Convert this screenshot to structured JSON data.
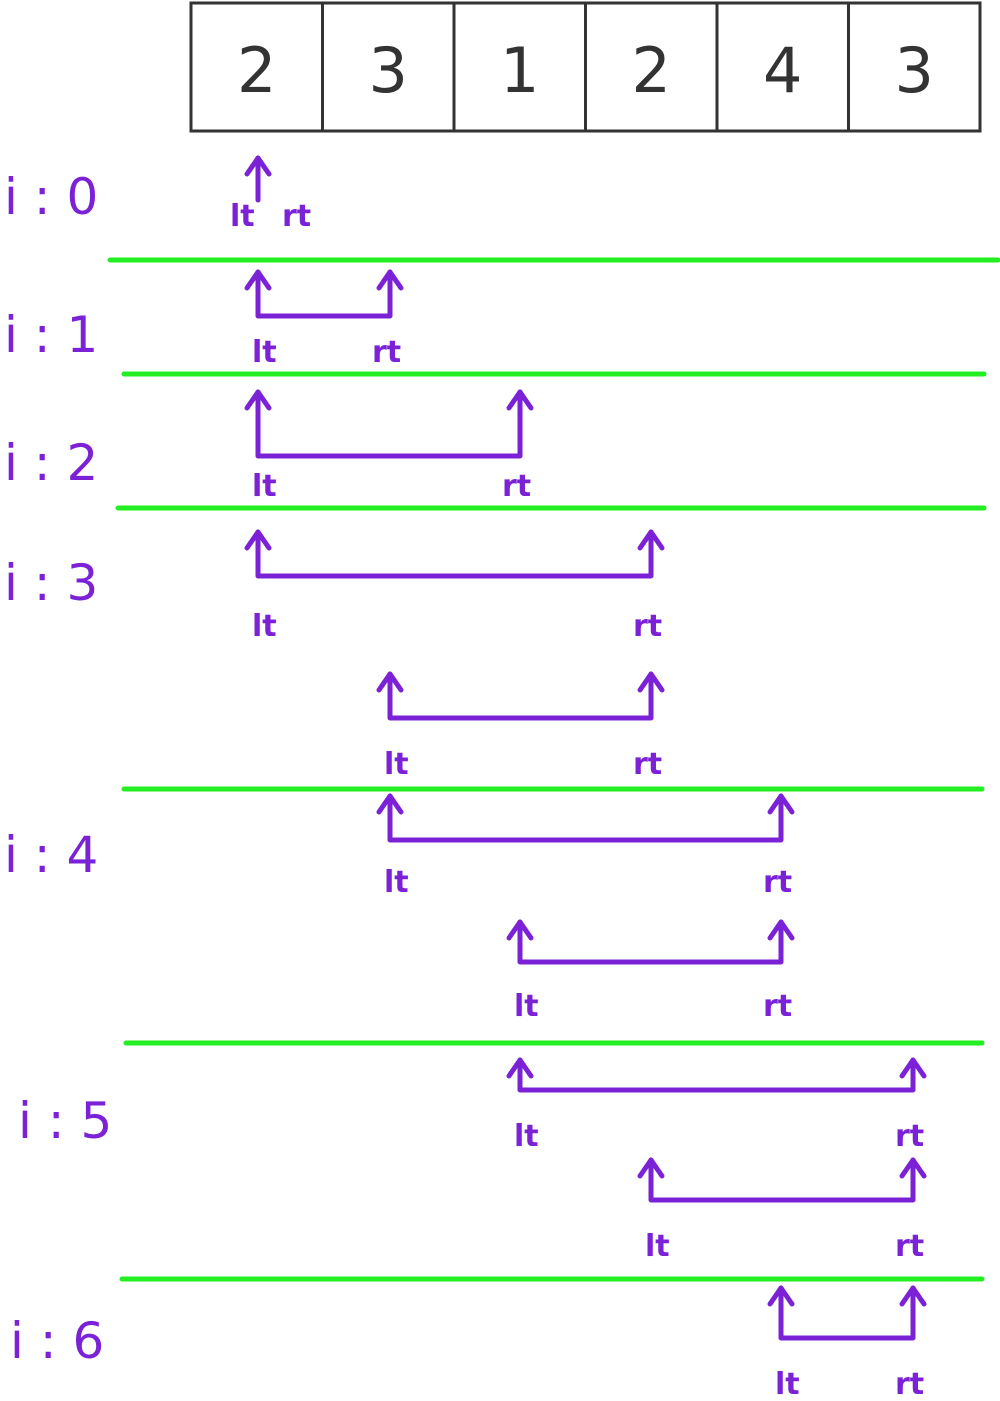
{
  "array": {
    "values": [
      "2",
      "3",
      "1",
      "2",
      "4",
      "3"
    ]
  },
  "pointer_labels": {
    "left": "lt",
    "right": "rt"
  },
  "colors": {
    "ink": "#333333",
    "pointer": "#7b22d6",
    "separator": "#22ee22",
    "background": "#ffffff"
  },
  "iterations": [
    {
      "label": "i : 0",
      "windows": [
        {
          "lt": 0,
          "rt": 0
        }
      ]
    },
    {
      "label": "i : 1",
      "windows": [
        {
          "lt": 0,
          "rt": 1
        }
      ]
    },
    {
      "label": "i : 2",
      "windows": [
        {
          "lt": 0,
          "rt": 2
        }
      ]
    },
    {
      "label": "i : 3",
      "windows": [
        {
          "lt": 0,
          "rt": 3
        },
        {
          "lt": 1,
          "rt": 3
        }
      ]
    },
    {
      "label": "i : 4",
      "windows": [
        {
          "lt": 1,
          "rt": 4
        },
        {
          "lt": 2,
          "rt": 4
        }
      ]
    },
    {
      "label": "i : 5",
      "windows": [
        {
          "lt": 2,
          "rt": 5
        },
        {
          "lt": 3,
          "rt": 5
        }
      ]
    },
    {
      "label": "i : 6",
      "windows": [
        {
          "lt": 4,
          "rt": 5
        }
      ]
    }
  ]
}
